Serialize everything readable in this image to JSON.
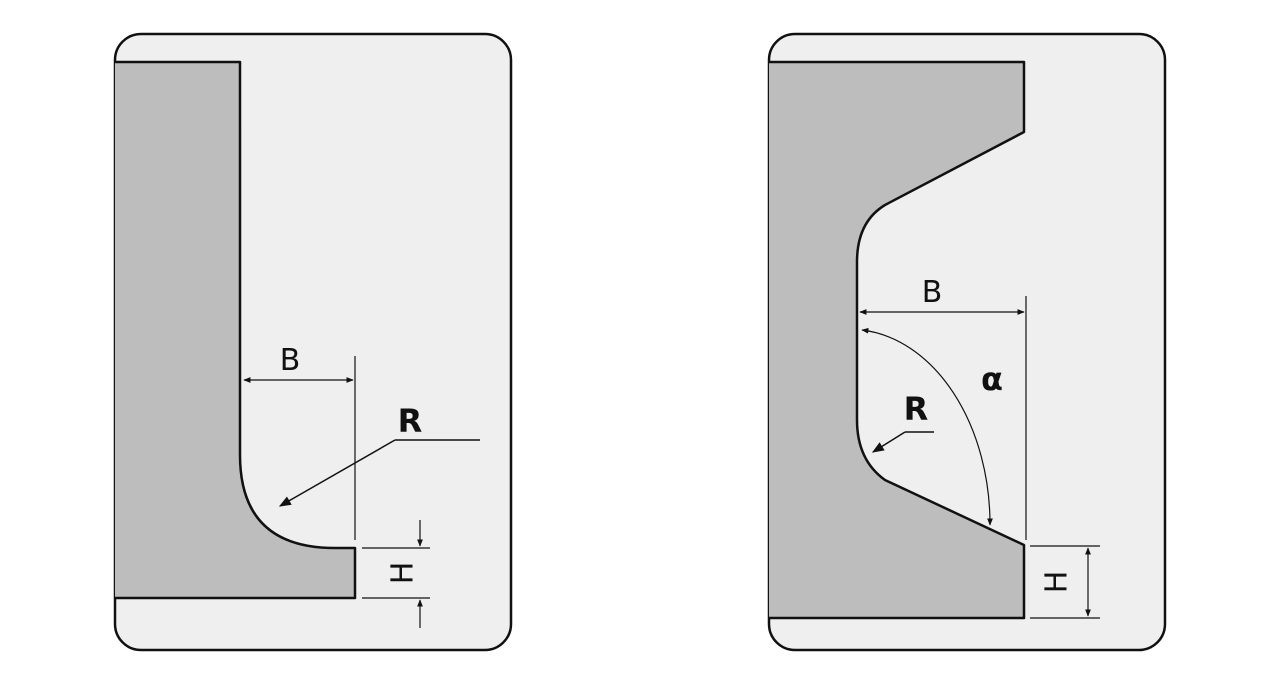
{
  "figures": [
    {
      "id": "fillet-step-profile",
      "labels": {
        "width": "B",
        "radius": "R",
        "height": "H"
      }
    },
    {
      "id": "angled-groove-profile",
      "labels": {
        "width": "B",
        "radius": "R",
        "angle": "α",
        "height": "H"
      }
    }
  ],
  "colors": {
    "panel_fill": "#efefef",
    "profile_fill": "#bdbdbd",
    "stroke": "#111111"
  }
}
